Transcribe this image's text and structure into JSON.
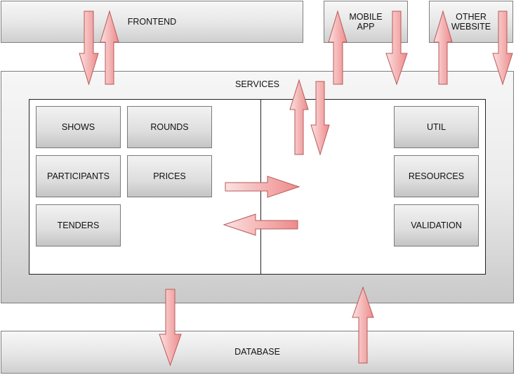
{
  "external": {
    "frontend": "FRONTEND",
    "mobile_app_line1": "MOBILE",
    "mobile_app_line2": "APP",
    "other_website_line1": "OTHER",
    "other_website_line2": "WEBSITE"
  },
  "services": {
    "title": "SERVICES",
    "left_modules": [
      "SHOWS",
      "ROUNDS",
      "PARTICIPANTS",
      "PRICES",
      "TENDERS"
    ],
    "right_modules": [
      "UTIL",
      "RESOURCES",
      "VALIDATION"
    ]
  },
  "database": {
    "label": "DATABASE"
  },
  "colors": {
    "arrow_fill_light": "#fbe1e1",
    "arrow_fill_dark": "#ee8a8a",
    "arrow_stroke": "#b85a5a",
    "box_border": "#7f7f7f"
  }
}
